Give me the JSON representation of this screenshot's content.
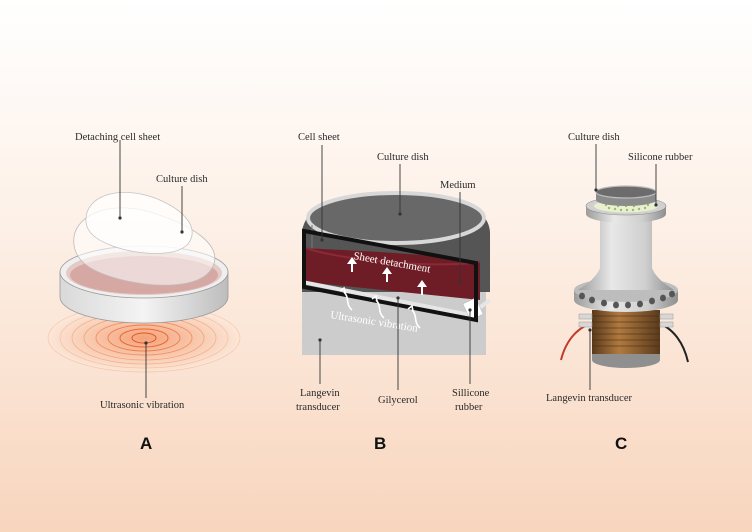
{
  "panels": {
    "a": {
      "letter": "A",
      "labels": {
        "detaching_cell_sheet": "Detaching cell sheet",
        "culture_dish": "Culture dish",
        "ultrasonic_vibration": "Ultrasonic vibration"
      }
    },
    "b": {
      "letter": "B",
      "labels": {
        "cell_sheet": "Cell sheet",
        "culture_dish": "Culture dish",
        "medium": "Medium",
        "sheet_detachment": "Sheet detachment",
        "ultrasonic_vibration": "Ultrasonic vibration",
        "langevin_line1": "Langevin",
        "langevin_line2": "transducer",
        "glycerol": "Gilycerol",
        "sillicone_line1": "Sillicone",
        "sillicone_line2": "rubber"
      }
    },
    "c": {
      "letter": "C",
      "labels": {
        "culture_dish": "Culture dish",
        "silicone_rubber": "Silicone rubber",
        "langevin_transducer": "Langevin transducer"
      }
    }
  },
  "colors": {
    "background_top": "#ffffff",
    "background_bottom": "#f8d5bd",
    "wave": "#f08a4b",
    "medium": "#6e1c26",
    "dish_wall": "#5c5c5c",
    "transducer": "#cfcfcf",
    "coil": "#8a5a2b"
  }
}
